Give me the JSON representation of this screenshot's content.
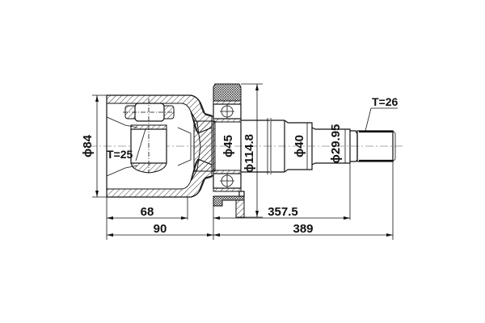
{
  "drawing": {
    "title": "Inner CV joint technical drawing",
    "dimensions": {
      "housing_diameter": "ϕ84",
      "housing_spline": "T=25",
      "bearing_bore_diameter": "ϕ45",
      "bearing_outer_diameter": "ϕ114.8",
      "shaft_diameter_1": "ϕ40",
      "shaft_diameter_2": "ϕ29.95",
      "shaft_spline": "T=26",
      "length_68": "68",
      "length_90": "90",
      "length_357_5": "357.5",
      "length_389": "389"
    },
    "line_color": "#111111",
    "background": "#ffffff"
  }
}
